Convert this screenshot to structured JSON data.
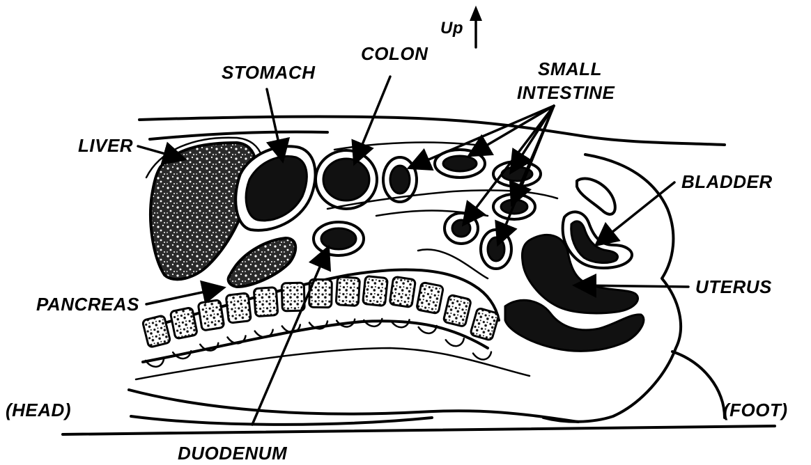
{
  "diagram": {
    "orientation_label": "Up",
    "labels": {
      "stomach": "STOMACH",
      "colon": "COLON",
      "small_intestine_line1": "SMALL",
      "small_intestine_line2": "INTESTINE",
      "liver": "LIVER",
      "bladder": "BLADDER",
      "pancreas": "PANCREAS",
      "uterus": "UTERUS",
      "head": "(HEAD)",
      "foot": "(FOOT)",
      "duodenum": "DUODENUM"
    },
    "colors": {
      "ink": "#000000",
      "background": "#ffffff"
    }
  }
}
